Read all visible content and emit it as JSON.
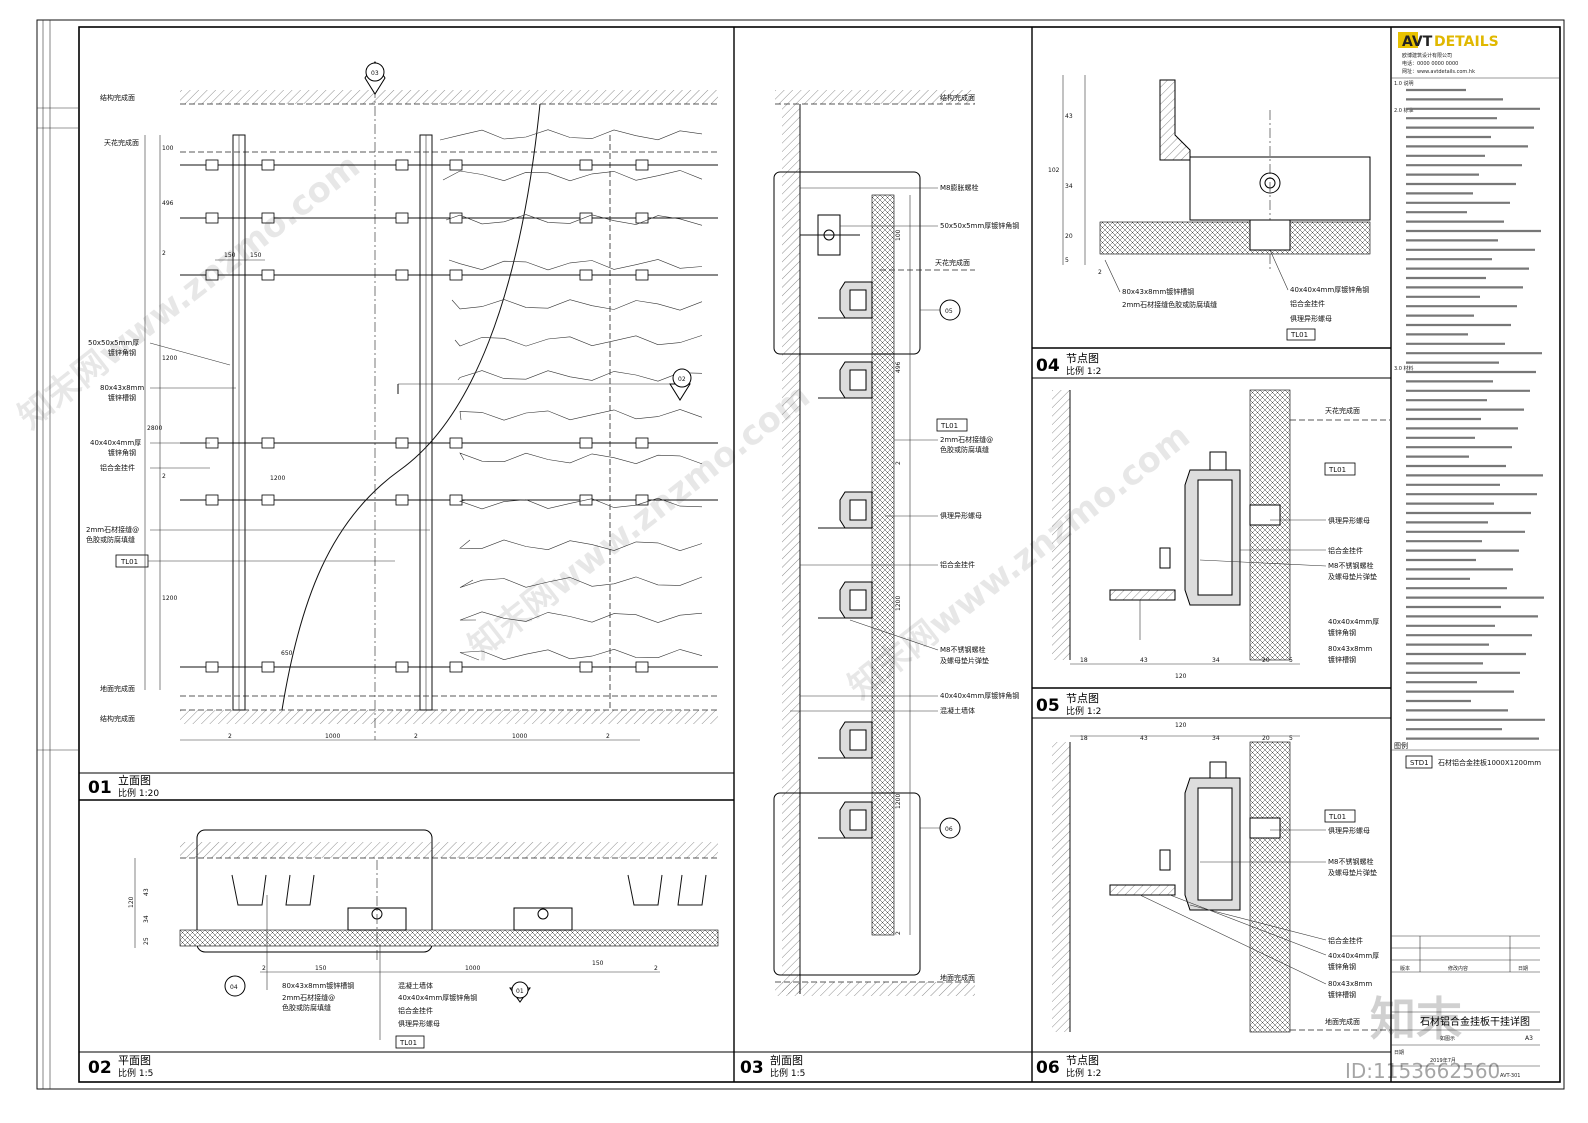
{
  "views": [
    {
      "num": "01",
      "title": "立面图",
      "scale": "比例 1:20"
    },
    {
      "num": "02",
      "title": "平面图",
      "scale": "比例 1:5"
    },
    {
      "num": "03",
      "title": "剖面图",
      "scale": "比例 1:5"
    },
    {
      "num": "04",
      "title": "节点图",
      "scale": "比例 1:2"
    },
    {
      "num": "05",
      "title": "节点图",
      "scale": "比例 1:2"
    },
    {
      "num": "06",
      "title": "节点图",
      "scale": "比例 1:2"
    }
  ],
  "view01": {
    "levels": {
      "structure_top": "结构完成面",
      "ceiling": "天花完成面",
      "floor": "地面完成面",
      "structure_bottom": "结构完成面"
    },
    "callouts": {
      "a": "50x50x5mm厚",
      "a2": "镀锌角钢",
      "b": "80x43x8mm",
      "b2": "镀锌槽钢",
      "c": "40x40x4mm厚",
      "c2": "镀锌角钢",
      "d": "铝合金挂件",
      "e": "2mm石材接缝@",
      "e2": "色胶或防腐填缝"
    },
    "tag": "TL01",
    "dims_h": [
      "2",
      "1000",
      "2",
      "1000",
      "2"
    ],
    "dims_top": [
      "150",
      "150"
    ],
    "dims_v": [
      "100",
      "496",
      "2",
      "1200",
      "2",
      "1200",
      "650",
      "2800",
      "1200"
    ],
    "section_marks": [
      "03",
      "02"
    ]
  },
  "view02": {
    "callouts": [
      "80x43x8mm镀锌槽钢",
      "2mm石材接缝@",
      "色胶或防腐填缝",
      "混凝土墙体",
      "40x40x4mm厚镀锌角钢",
      "铝合金挂件",
      "俱理异形螺母"
    ],
    "tag": "TL01",
    "dims_h": [
      "2",
      "150",
      "1000",
      "150",
      "2"
    ],
    "dims_v": [
      "120",
      "43",
      "34",
      "25"
    ],
    "marks": [
      "04",
      "01"
    ]
  },
  "view03": {
    "levels": {
      "top": "结构完成面",
      "ceiling": "天花完成面",
      "floor": "地面完成面"
    },
    "callouts": [
      "M8膨胀螺栓",
      "50x50x5mm厚镀锌角钢",
      "2mm石材接缝@",
      "色胶或防腐填缝",
      "俱理异形螺母",
      "铝合金挂件",
      "M8不锈钢螺栓",
      "及螺母垫片弹垫",
      "40x40x4mm厚镀锌角钢",
      "混凝土墙体"
    ],
    "tag": "TL01",
    "dims_v": [
      "100",
      "496",
      "2",
      "1200",
      "1200",
      "2"
    ],
    "marks": [
      "05",
      "06"
    ]
  },
  "view04": {
    "callouts": [
      "80x43x8mm镀锌槽钢",
      "2mm石材接缝色胶或防腐填缝",
      "俱理异形螺母",
      "铝合金挂件",
      "40x40x4mm厚镀锌角钢"
    ],
    "tag": "TL01",
    "dims_v": [
      "43",
      "102",
      "34",
      "20",
      "5"
    ],
    "dims_h": [
      "2"
    ]
  },
  "view05": {
    "level": "天花完成面",
    "callouts": [
      "俱理异形螺母",
      "铝合金挂件",
      "M8不锈钢螺栓",
      "及螺母垫片弹垫",
      "40x40x4mm厚",
      "镀锌角钢",
      "80x43x8mm",
      "镀锌槽钢"
    ],
    "tag": "TL01",
    "dims_h": [
      "18",
      "43",
      "34",
      "20",
      "5",
      "120"
    ]
  },
  "view06": {
    "level": "地面完成面",
    "callouts": [
      "俱理异形螺母",
      "M8不锈钢螺栓",
      "及螺母垫片弹垫",
      "铝合金挂件",
      "40x40x4mm厚",
      "镀锌角钢",
      "80x43x8mm",
      "镀锌槽钢"
    ],
    "tag": "TL01",
    "dims_h": [
      "120",
      "18",
      "43",
      "34",
      "20",
      "5"
    ]
  },
  "titleblock": {
    "logo": "AVTDETAILS",
    "logo_a": "AVT",
    "logo_b": "DETAILS",
    "company": "欧博建筑设计有限公司",
    "tel": "电话：0000 0000 0000",
    "web": "网址：www.avtdetails.com.hk",
    "section_titles": [
      "1.0 说明",
      "2.0 标准",
      "3.0 材料"
    ],
    "legend_label": "图例",
    "legend_tag": "STD1",
    "legend_desc": "石材铝合金挂板1000X1200mm",
    "rev_headers": [
      "版本",
      "修改内容",
      "日期"
    ],
    "drawing_title": "石材铝合金挂板干挂详图",
    "drawn_by": "如图示",
    "paper": "A3",
    "date_label": "日期",
    "date": "2019年7月",
    "sheet_no": "AVT-301"
  },
  "watermark": {
    "site": "知末网www.znzmo.com",
    "id": "ID:1153662560",
    "brand": "知末"
  }
}
